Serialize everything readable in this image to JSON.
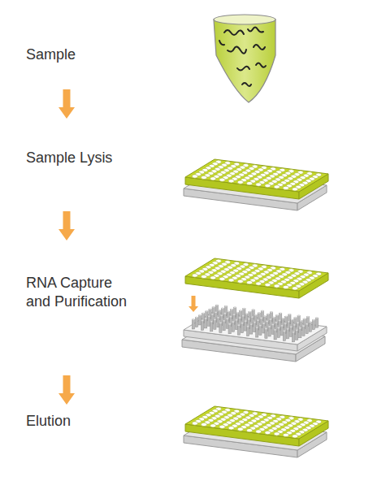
{
  "diagram": {
    "labels": [
      "Sample",
      "Sample Lysis",
      "RNA Capture and Purification",
      "Elution"
    ]
  }
}
